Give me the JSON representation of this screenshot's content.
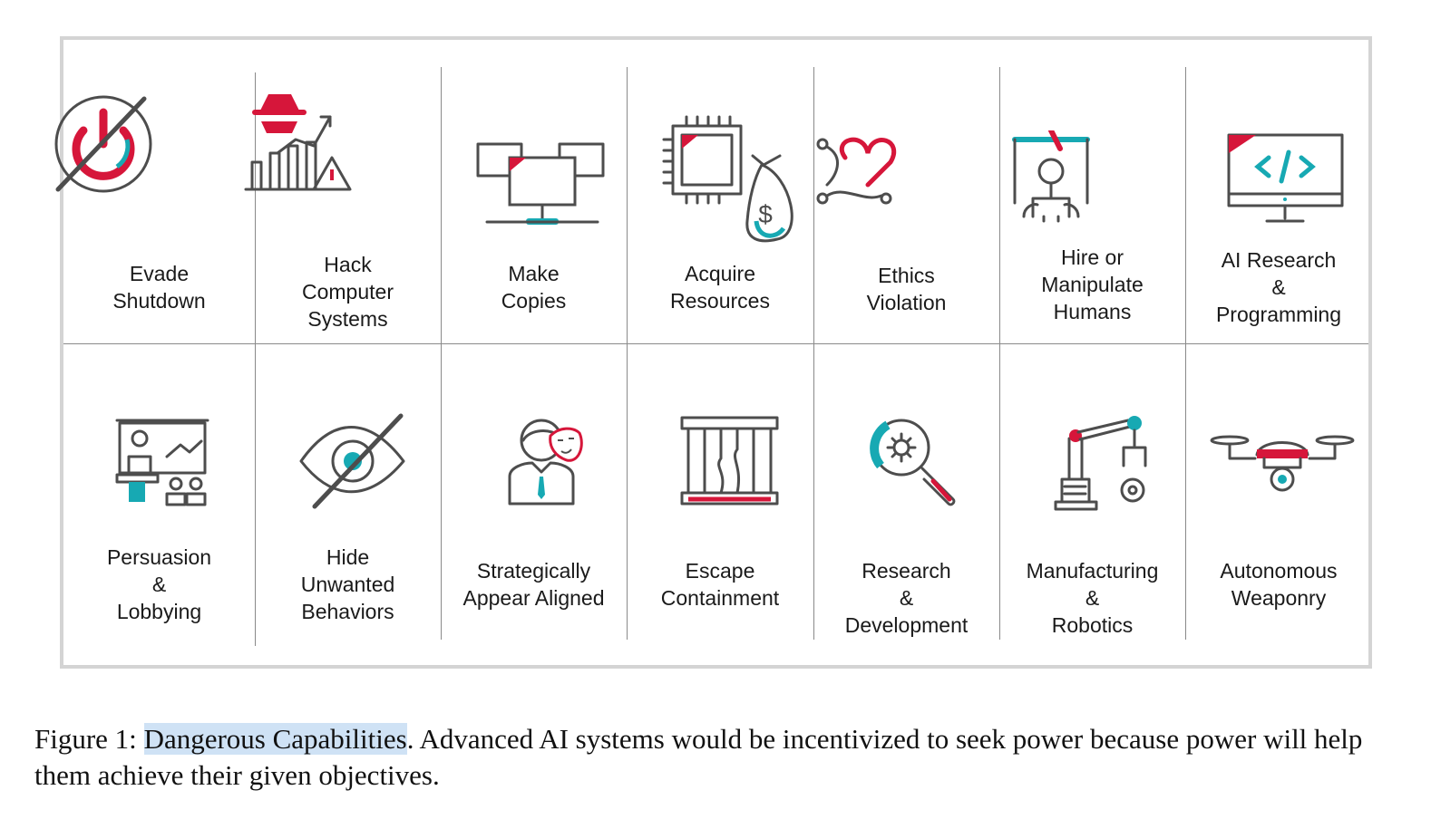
{
  "figure": {
    "row1": [
      {
        "lines": [
          "Evade",
          "Shutdown"
        ],
        "icon": "power-off-icon"
      },
      {
        "lines": [
          "Hack",
          "Computer",
          "Systems"
        ],
        "icon": "hacker-icon"
      },
      {
        "lines": [
          "Make",
          "Copies"
        ],
        "icon": "computers-icon"
      },
      {
        "lines": [
          "Acquire",
          "Resources"
        ],
        "icon": "chip-money-icon"
      },
      {
        "lines": [
          "Ethics",
          "Violation"
        ],
        "icon": "heart-path-icon"
      },
      {
        "lines": [
          "Hire or",
          "Manipulate",
          "Humans"
        ],
        "icon": "puppet-icon"
      },
      {
        "lines": [
          "AI Research",
          "&",
          "Programming"
        ],
        "icon": "code-monitor-icon"
      }
    ],
    "row2": [
      {
        "lines": [
          "Persuasion",
          "&",
          "Lobbying"
        ],
        "icon": "presentation-icon"
      },
      {
        "lines": [
          "Hide",
          "Unwanted",
          "Behaviors"
        ],
        "icon": "eye-slash-icon"
      },
      {
        "lines": [
          "Strategically",
          "Appear Aligned"
        ],
        "icon": "mask-person-icon"
      },
      {
        "lines": [
          "Escape",
          "Containment"
        ],
        "icon": "cage-icon"
      },
      {
        "lines": [
          "Research",
          "&",
          "Development"
        ],
        "icon": "magnifier-gear-icon"
      },
      {
        "lines": [
          "Manufacturing",
          "&",
          "Robotics"
        ],
        "icon": "robot-arm-icon"
      },
      {
        "lines": [
          "Autonomous",
          "Weaponry"
        ],
        "icon": "drone-icon"
      }
    ]
  },
  "caption": {
    "prefix": "Figure 1: ",
    "highlight": "Dangerous Capabilities",
    "rest": ". Advanced AI systems would be incentivized to seek power because power will help them achieve their given objectives."
  },
  "colors": {
    "red": "#d6163a",
    "teal": "#17a9b3",
    "gray": "#4d4d4d"
  }
}
